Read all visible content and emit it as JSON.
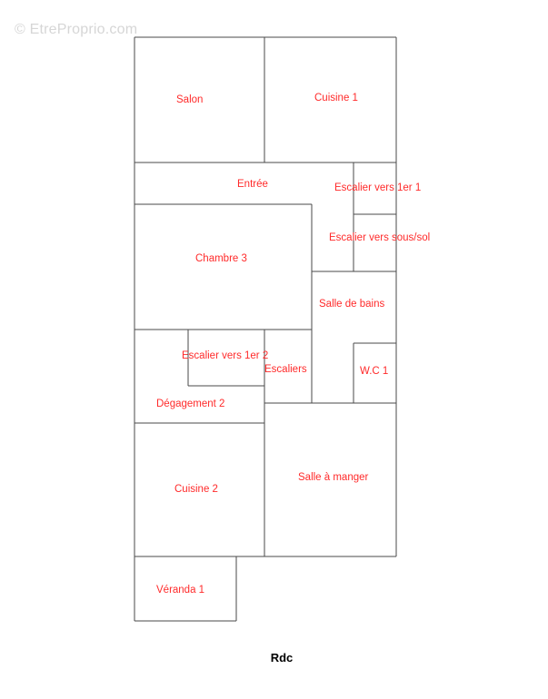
{
  "watermark": "© EtreProprio.com",
  "level_label": "Rdc",
  "rooms": {
    "salon": "Salon",
    "cuisine1": "Cuisine 1",
    "entree": "Entrée",
    "escalier1": "Escalier vers 1er 1",
    "escalier_sous_sol": "Escalier vers sous/sol",
    "chambre3": "Chambre 3",
    "salle_de_bains": "Salle de bains",
    "escalier2": "Escalier vers 1er 2",
    "escaliers": "Escaliers",
    "wc1": "W.C 1",
    "degagement2": "Dégagement 2",
    "salle_a_manger": "Salle à manger",
    "cuisine2": "Cuisine 2",
    "veranda1": "Véranda 1"
  },
  "colors": {
    "walls": "#4a4a4a",
    "room_labels": "#ff2a2a",
    "watermark": "#d6d6d6"
  }
}
